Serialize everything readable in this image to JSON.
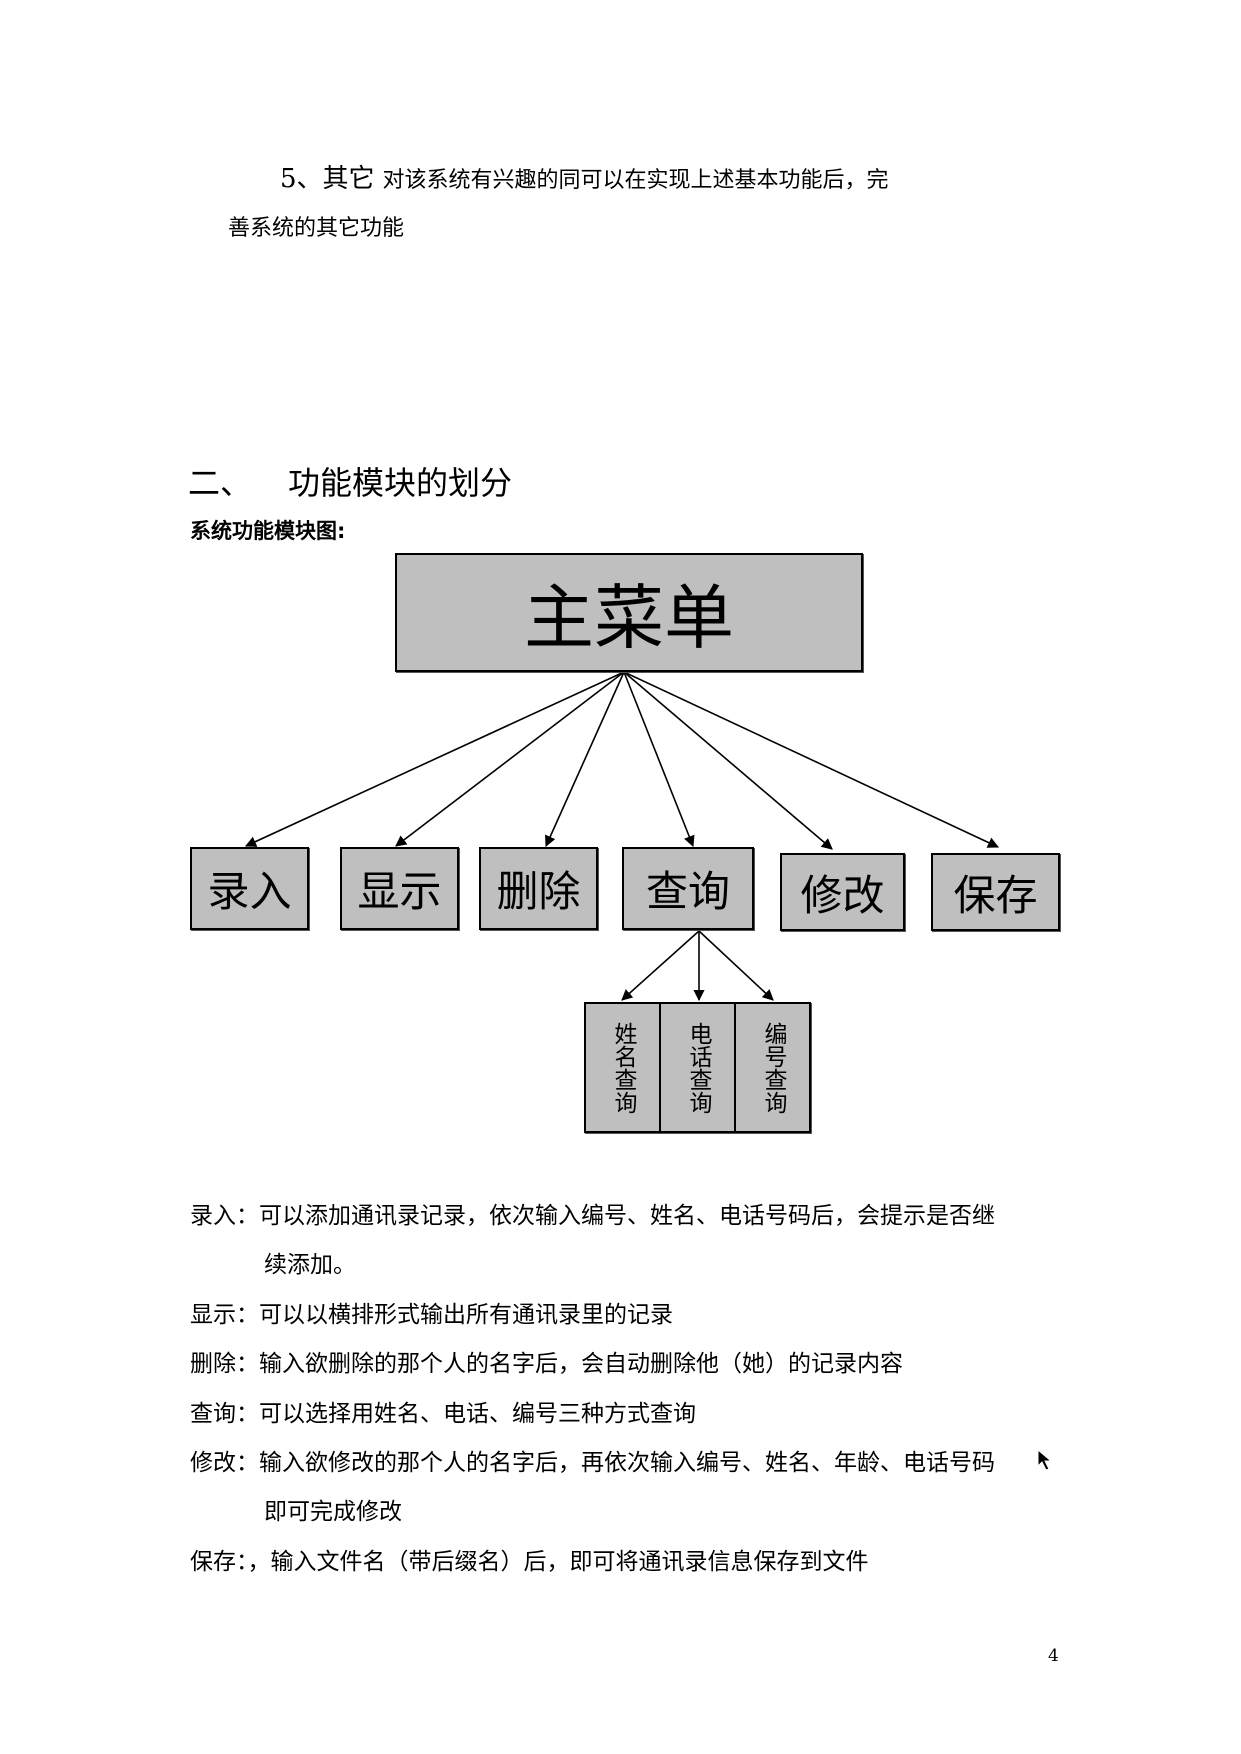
{
  "paragraph5": {
    "number": "5、其它",
    "line1_rest": "对该系统有兴趣的同可以在实现上述基本功能后，完",
    "line2": "善系统的其它功能"
  },
  "section": {
    "number": "二、",
    "title": "功能模块的划分"
  },
  "diagram": {
    "caption": "系统功能模块图:",
    "root": "主菜单",
    "children": [
      "录入",
      "显示",
      "删除",
      "查询",
      "修改",
      "保存"
    ],
    "query_children": [
      "姓名查询",
      "电话查询",
      "编号查询"
    ],
    "box_fill": "#bfbfbf",
    "line_color": "#000000"
  },
  "descriptions": {
    "d1": "录入：可以添加通讯录记录，依次输入编号、姓名、电话号码后，会提示是否继",
    "d1b": "续添加。",
    "d2": "显示：可以以横排形式输出所有通讯录里的记录",
    "d3": "删除：输入欲删除的那个人的名字后，会自动删除他（她）的记录内容",
    "d4": "查询：可以选择用姓名、电话、编号三种方式查询",
    "d5": "修改：输入欲修改的那个人的名字后，再依次输入编号、姓名、年龄、电话号码",
    "d5b": "即可完成修改",
    "d6": "保存：，输入文件名（带后缀名）后，即可将通讯录信息保存到文件"
  },
  "icons": {
    "cursor": "arrow-cursor-icon"
  },
  "page_number": "4"
}
